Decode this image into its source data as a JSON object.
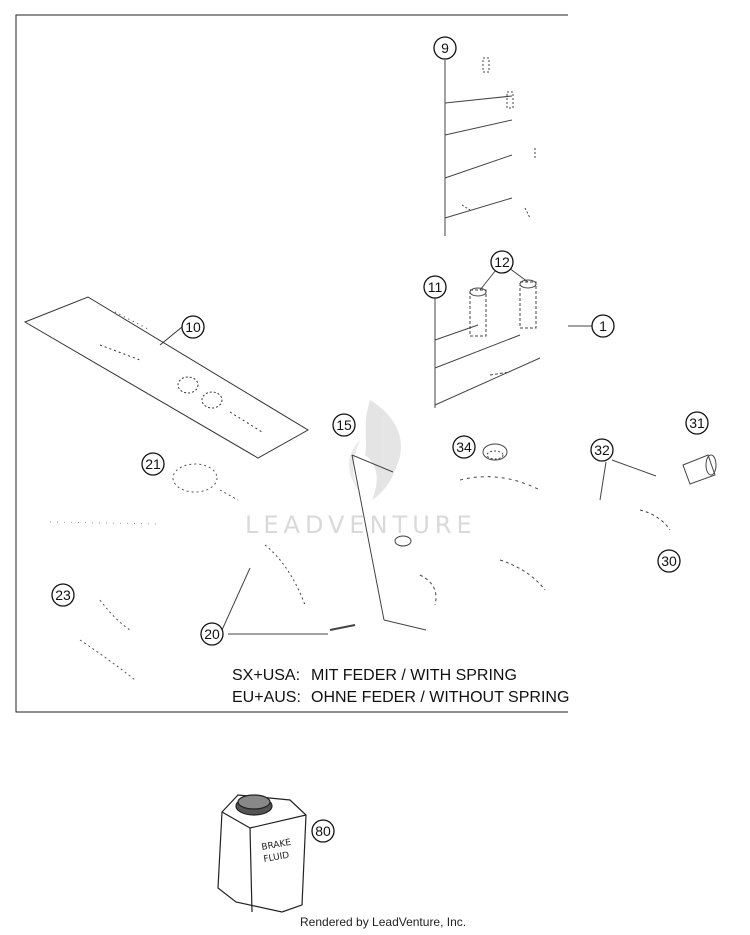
{
  "callouts": {
    "c1": "1",
    "c9": "9",
    "c10": "10",
    "c11": "11",
    "c12": "12",
    "c15": "15",
    "c20": "20",
    "c21": "21",
    "c23": "23",
    "c30": "30",
    "c31": "31",
    "c32": "32",
    "c34": "34",
    "c80": "80"
  },
  "notes": {
    "line1_region": "SX+USA:",
    "line1_text": "MIT FEDER / WITH SPRING",
    "line2_region": "EU+AUS:",
    "line2_text": "OHNE FEDER / WITHOUT SPRING"
  },
  "bottle": {
    "line1": "BRAKE",
    "line2": "FLUID"
  },
  "watermark": "LEADVENTURE",
  "footer": "Rendered by LeadVenture, Inc."
}
